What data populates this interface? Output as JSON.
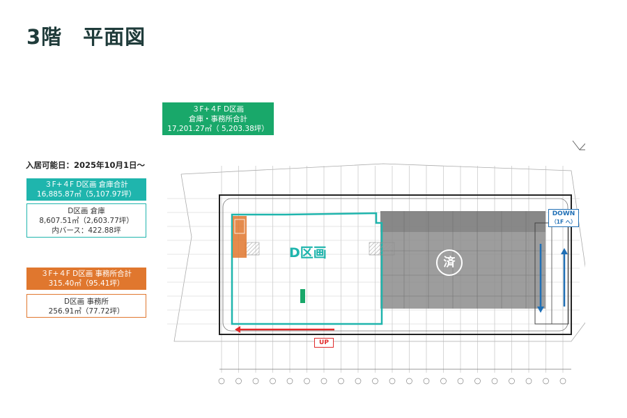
{
  "page_title": "3階　平面図",
  "availability": "入居可能日：2025年10月1日～",
  "total_box": {
    "line1": "３F+４F D区画",
    "line2": "倉庫・事務所合計",
    "line3": "17,201.27㎡（ 5,203.38坪）"
  },
  "warehouse_total": {
    "line1": "３F+４F D区画 倉庫合計",
    "line2": "16,885.87㎡（5,107.97坪）"
  },
  "warehouse_detail": {
    "line1": "D区画 倉庫",
    "line2": "8,607.51㎡（2,603.77坪）",
    "line3": "内バース：422.88坪"
  },
  "office_total": {
    "line1": "３F+４F D区画 事務所合計",
    "line2": "315.40㎡（95.41坪）"
  },
  "office_detail": {
    "line1": "D区画 事務所",
    "line2": "256.91㎡（77.72坪）"
  },
  "plan": {
    "section_label": "D区画",
    "done_mark": "済",
    "down_line1": "DOWN",
    "down_line2": "（1F へ）",
    "up_label": "UP"
  },
  "colors": {
    "green": "#19a86a",
    "teal": "#1fb5ad",
    "orange": "#e0772e",
    "blue": "#1f6fb5",
    "red": "#e02a2a",
    "title": "#1f3b3a"
  }
}
